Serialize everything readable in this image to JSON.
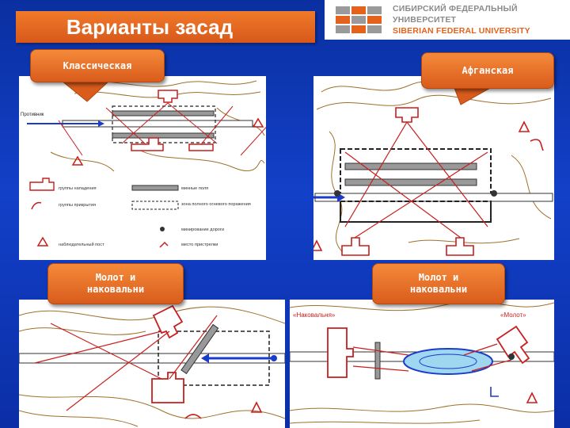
{
  "title": "Варианты засад",
  "logo": {
    "ru": "СИБИРСКИЙ ФЕДЕРАЛЬНЫЙ УНИВЕРСИТЕТ",
    "en": "SIBERIAN FEDERAL UNIVERSITY"
  },
  "callouts": {
    "classic": "Классическая",
    "afghan": "Афганская",
    "hammer_left": "Молот и\nнаковальни",
    "hammer_right": "Молот и\nнаковальни"
  },
  "panel1": {
    "enemy_label": "Противник",
    "legend": {
      "ambush_groups": "группы нападения",
      "cover_groups": "группы прикрытия",
      "kill_zone": "зона полного огневого поражения",
      "minefield": "минные поля",
      "mining": "минирование дороги",
      "observation": "наблюдательный пост",
      "fire": "место пристрелки"
    }
  },
  "panel4": {
    "anvil_label": "«Наковальня»",
    "hammer_label": "«Молот»"
  },
  "colors": {
    "accent": "#e06a22",
    "slide_bg": "#1240c8",
    "diagram_red": "#c81e1e",
    "blue_arrow": "#1a3cc8"
  }
}
